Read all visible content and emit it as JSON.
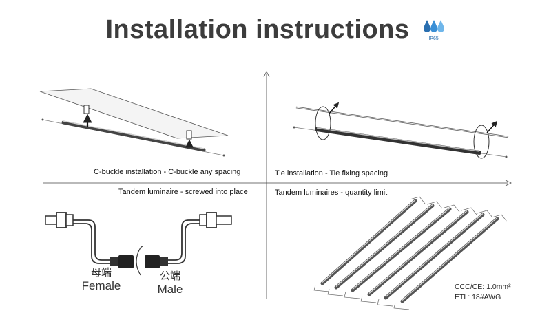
{
  "header": {
    "title": "Installation instructions",
    "badge": {
      "icon": "water-drops-icon",
      "label": "IP65",
      "color": "#3a8fd6"
    }
  },
  "panels": {
    "top_left": {
      "caption": "C-buckle installation - C-buckle any spacing"
    },
    "top_right": {
      "caption": "Tie installation - Tie fixing spacing"
    },
    "bottom_left": {
      "caption": "Tandem luminaire - screwed into place",
      "female_cn": "母端",
      "female_en": "Female",
      "male_cn": "公端",
      "male_en": "Male"
    },
    "bottom_right": {
      "caption": "Tandem luminaires - quantity limit",
      "spec_line1": "CCC/CE: 1.0mm²",
      "spec_line2": "ETL: 18#AWG"
    }
  }
}
